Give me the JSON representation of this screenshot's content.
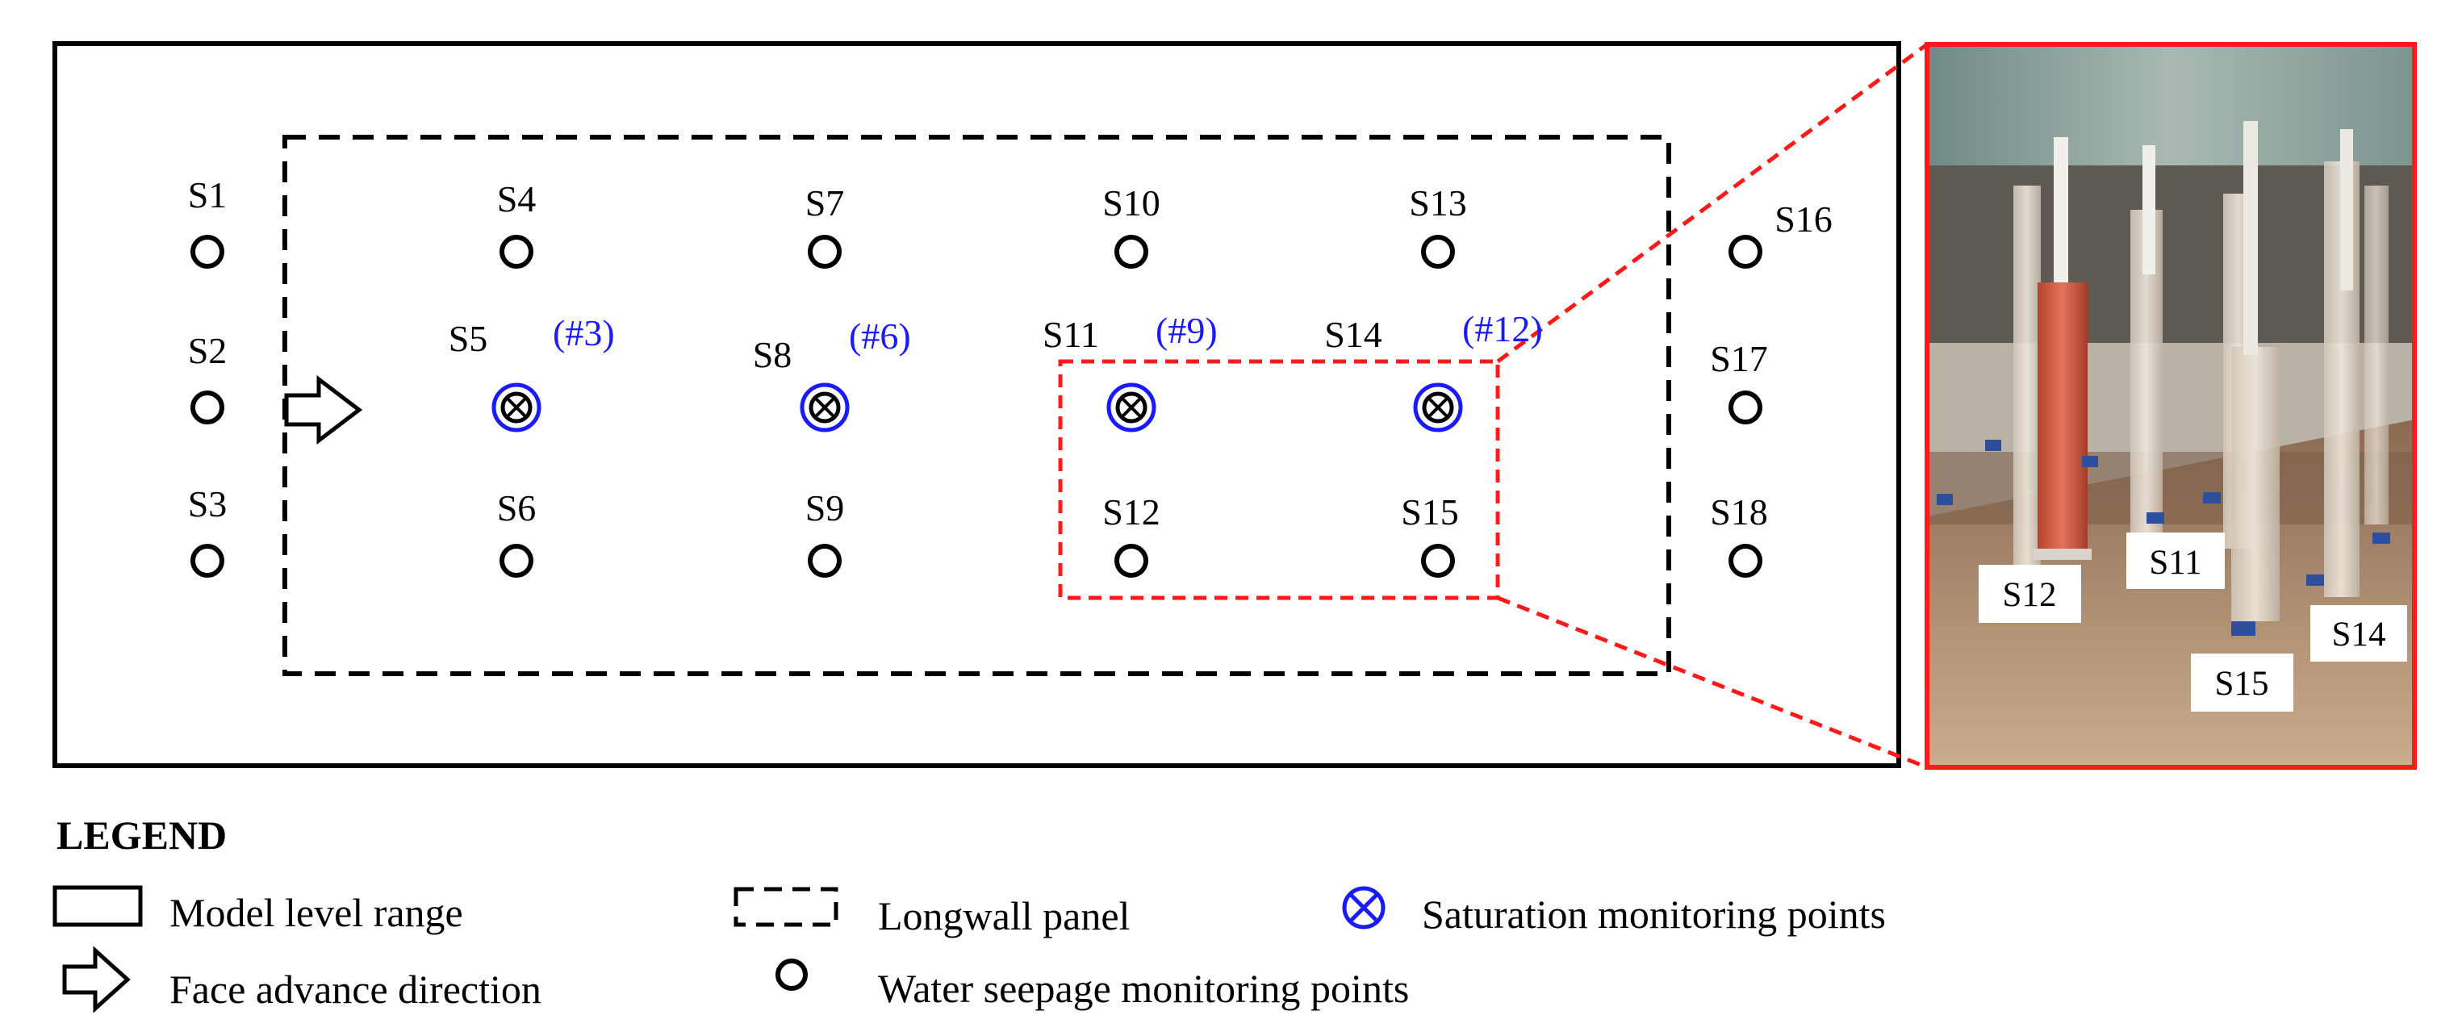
{
  "colors": {
    "black": "#000000",
    "blue": "#1a1aff",
    "red": "#ff1a1a",
    "panel_fill": "#ffffff",
    "photo_bg": "#b9b2a6"
  },
  "points": [
    {
      "id": "S1",
      "label": "S1"
    },
    {
      "id": "S2",
      "label": "S2"
    },
    {
      "id": "S3",
      "label": "S3"
    },
    {
      "id": "S4",
      "label": "S4"
    },
    {
      "id": "S5",
      "label": "S5",
      "saturation": "(#3)"
    },
    {
      "id": "S6",
      "label": "S6"
    },
    {
      "id": "S7",
      "label": "S7"
    },
    {
      "id": "S8",
      "label": "S8",
      "saturation": "(#6)"
    },
    {
      "id": "S9",
      "label": "S9"
    },
    {
      "id": "S10",
      "label": "S10"
    },
    {
      "id": "S11",
      "label": "S11",
      "saturation": "(#9)"
    },
    {
      "id": "S12",
      "label": "S12"
    },
    {
      "id": "S13",
      "label": "S13"
    },
    {
      "id": "S14",
      "label": "S14",
      "saturation": "(#12)"
    },
    {
      "id": "S15",
      "label": "S15"
    },
    {
      "id": "S16",
      "label": "S16"
    },
    {
      "id": "S17",
      "label": "S17"
    },
    {
      "id": "S18",
      "label": "S18"
    }
  ],
  "photo": {
    "labels": [
      "S12",
      "S11",
      "S15",
      "S14"
    ]
  },
  "legend": {
    "title": "LEGEND",
    "model_level_range": "Model level range",
    "face_advance_direction": "Face advance direction",
    "longwall_panel": "Longwall panel",
    "water_seepage": "Water seepage monitoring points",
    "saturation": "Saturation monitoring points"
  }
}
